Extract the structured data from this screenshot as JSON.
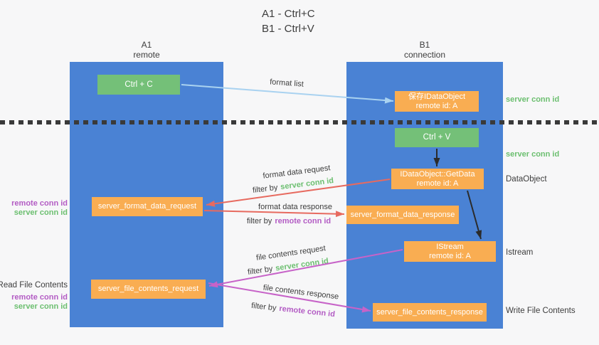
{
  "title": {
    "line1": "A1 - Ctrl+C",
    "line2": "B1 - Ctrl+V"
  },
  "columns": {
    "left": {
      "name": "A1",
      "subtitle": "remote"
    },
    "right": {
      "name": "B1",
      "subtitle": "connection"
    }
  },
  "boxes": {
    "ctrl_c": {
      "label": "Ctrl + C"
    },
    "saved_dataobject": {
      "line1": "保存IDataObject",
      "line2": "remote id: A"
    },
    "ctrl_v": {
      "label": "Ctrl + V"
    },
    "getdata": {
      "line1": "IDataObject::GetData",
      "line2": "remote id: A"
    },
    "format_data_request": {
      "label": "server_format_data_request"
    },
    "format_data_response": {
      "label": "server_format_data_response"
    },
    "istream": {
      "line1": "IStream",
      "line2": "remote id: A"
    },
    "file_contents_request": {
      "label": "server_file_contents_request"
    },
    "file_contents_response": {
      "label": "server_file_contents_response"
    }
  },
  "side_labels": {
    "left": {
      "remote_conn_id_top": "remote conn id",
      "server_conn_id_top": "server conn id",
      "read_file_contents": "Read File Contents",
      "remote_conn_id_bottom": "remote conn id",
      "server_conn_id_bottom": "server conn id"
    },
    "right": {
      "server_conn_id_top": "server conn id",
      "server_conn_id_mid": "server conn id",
      "dataobject": "DataObject",
      "istream": "Istream",
      "write_file_contents": "Write File Contents"
    }
  },
  "arrow_labels": {
    "format_list": "format list",
    "format_data_request": "format data request",
    "format_data_response": "format data response",
    "file_contents_request": "file contents request",
    "file_contents_response": "file contents response",
    "filter_by": "filter by",
    "server_conn_id": "server conn id",
    "remote_conn_id": "remote conn id"
  },
  "colors": {
    "background": "#f7f7f8",
    "column_blue": "#4a82d4",
    "box_green": "#74c078",
    "box_orange": "#f9ad52",
    "green_text": "#6cbf70",
    "purple_text": "#b35cc4",
    "dark_text": "#3d3d3d",
    "arrow_light_blue": "#a9d2f0",
    "arrow_red": "#e76a5f",
    "arrow_magenta": "#c763c8",
    "arrow_black": "#2b2b2b"
  }
}
